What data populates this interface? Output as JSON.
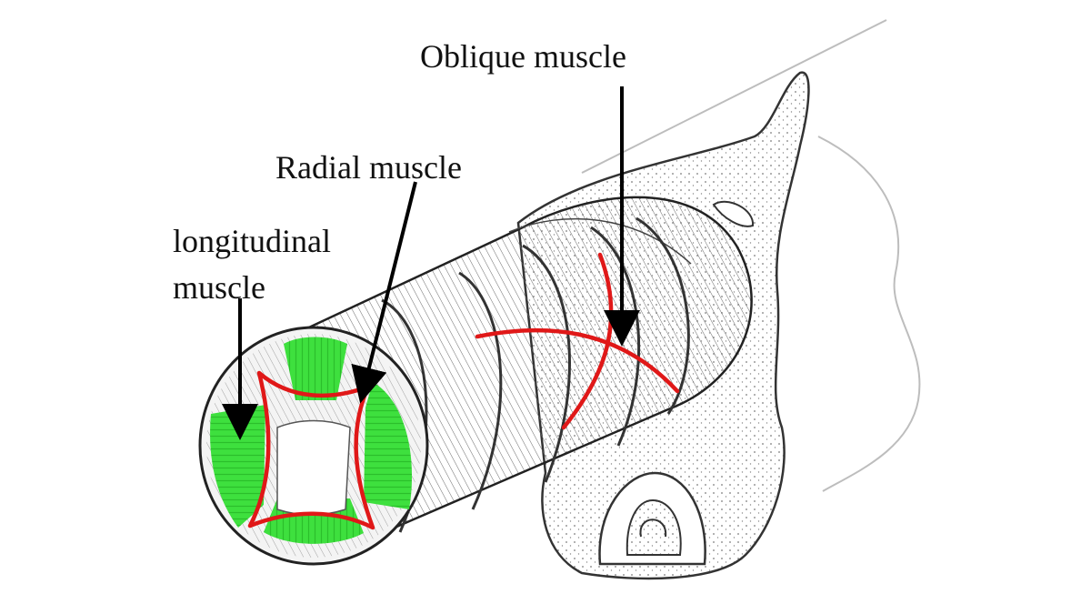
{
  "labels": {
    "oblique": "Oblique muscle",
    "radial": "Radial muscle",
    "longitudinal_line1": "longitudinal",
    "longitudinal_line2": "muscle"
  },
  "colors": {
    "outline": "#222222",
    "hatch": "#555555",
    "longitudinal_fill": "#3ee03e",
    "muscle_highlight": "#e01818",
    "arrow": "#000000",
    "background": "#ffffff"
  }
}
